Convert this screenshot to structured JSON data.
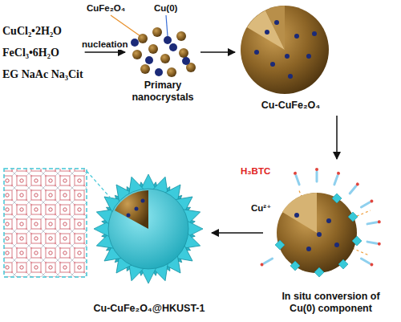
{
  "diagram": {
    "nodes": [
      {
        "text": [
          "CuCl₂•2H₂O",
          "FeCl₃•6H₂O",
          "EG NaAc Na₃Cit"
        ]
      },
      {
        "text": [
          "Primary nanocrystals"
        ]
      },
      {
        "text": [
          "Cu-CuFe₂O₄"
        ]
      },
      {
        "text": [
          "In situ conversion of Cu(0) component"
        ]
      },
      {
        "text": [
          "Cu-CuFe₂O₄@HKUST-1"
        ]
      }
    ],
    "edges": [
      {
        "from": 0,
        "to": 1,
        "arrow": "to",
        "label": "nucleation"
      },
      {
        "from": 1,
        "to": 2,
        "arrow": "to"
      },
      {
        "from": 2,
        "to": 3,
        "arrow": "to"
      },
      {
        "from": 3,
        "to": 4,
        "arrow": "to"
      }
    ],
    "labels": [
      "CuFe₂O₄",
      "Cu(0)",
      "H₃BTC",
      "Cu²⁺"
    ]
  }
}
